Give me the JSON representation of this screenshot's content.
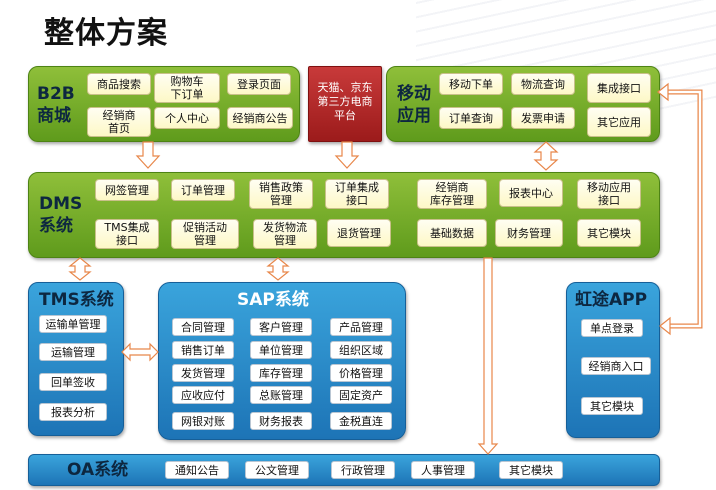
{
  "title": "整体方案",
  "b2b": {
    "label": "B2B\n商城",
    "items": [
      "商品搜索",
      "购物车\n下订单",
      "登录页面",
      "经销商\n首页",
      "个人中心",
      "经销商公告"
    ]
  },
  "third_party": {
    "label": "天猫、京东\n第三方电商\n平台"
  },
  "mobile": {
    "label": "移动\n应用",
    "items": [
      "移动下单",
      "物流查询",
      "集成接口",
      "订单查询",
      "发票申请",
      "其它应用"
    ]
  },
  "dms": {
    "label": "DMS\n系统",
    "items": [
      "网签管理",
      "订单管理",
      "销售政策\n管理",
      "订单集成\n接口",
      "经销商\n库存管理",
      "报表中心",
      "移动应用\n接口",
      "TMS集成\n接口",
      "促销活动\n管理",
      "发货物流\n管理",
      "退货管理",
      "基础数据",
      "财务管理",
      "其它模块"
    ]
  },
  "tms": {
    "label": "TMS系统",
    "items": [
      "运输单管理",
      "运输管理",
      "回单签收",
      "报表分析"
    ]
  },
  "sap": {
    "label": "SAP系统",
    "items": [
      "合同管理",
      "客户管理",
      "产品管理",
      "销售订单",
      "单位管理",
      "组织区域",
      "发货管理",
      "库存管理",
      "价格管理",
      "应收应付",
      "总账管理",
      "固定资产",
      "网银对账",
      "财务报表",
      "金税直连"
    ]
  },
  "hongtu": {
    "label": "虹途APP",
    "items": [
      "单点登录",
      "经销商入口",
      "其它模块"
    ]
  },
  "oa": {
    "label": "OA系统",
    "items": [
      "通知公告",
      "公文管理",
      "行政管理",
      "人事管理",
      "其它模块"
    ]
  },
  "colors": {
    "green": "#6fa827",
    "blue": "#2589c9",
    "red": "#a82424",
    "arrow": "#f0a060"
  }
}
